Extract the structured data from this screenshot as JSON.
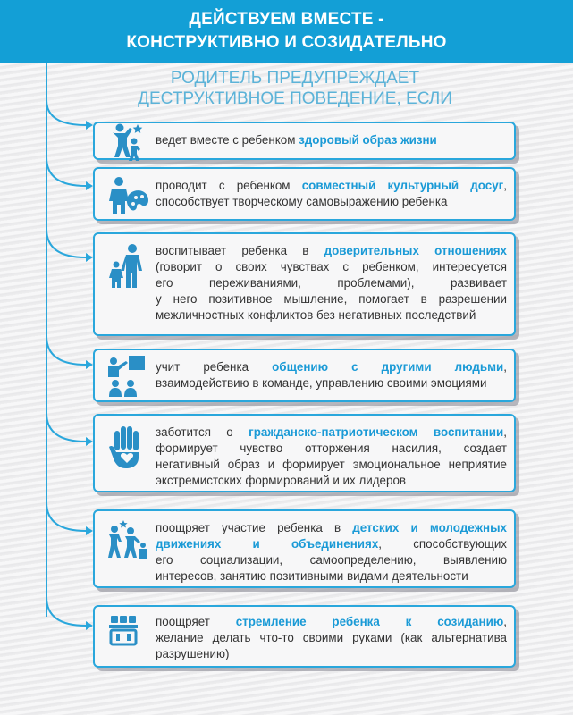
{
  "header": {
    "line1": "ДЕЙСТВУЕМ ВМЕСТЕ -",
    "line2": "КОНСТРУКТИВНО И СОЗИДАТЕЛЬНО"
  },
  "subtitle": {
    "line1": "РОДИТЕЛЬ ПРЕДУПРЕЖДАЕТ",
    "line2": "ДЕСТРУКТИВНОЕ ПОВЕДЕНИЕ, ЕСЛИ"
  },
  "colors": {
    "accent": "#139fd6",
    "highlight": "#1a9ad6",
    "text": "#333333"
  },
  "cards": [
    {
      "icon": "parent-child-running-icon",
      "lines": [
        [
          {
            "t": "ведет вместе с ребенком "
          },
          {
            "t": "здоровый образ жизни",
            "hl": true
          }
        ]
      ]
    },
    {
      "icon": "art-palette-icon",
      "lines": [
        [
          {
            "t": "проводит с ребенком "
          },
          {
            "t": "совместный культурный досуг",
            "hl": true
          },
          {
            "t": ","
          }
        ],
        [
          {
            "t": "способствует творческому самовыражению ребенка"
          }
        ]
      ]
    },
    {
      "icon": "parent-holding-child-icon",
      "lines": [
        [
          {
            "t": "воспитывает ребенка в "
          },
          {
            "t": "доверительных отношениях",
            "hl": true
          }
        ],
        [
          {
            "t": "(говорит о своих чувствах с ребенком, интересуется"
          }
        ],
        [
          {
            "t": "его переживаниями, проблемами), развивает"
          }
        ],
        [
          {
            "t": "у него позитивное мышление, помогает в разрешении"
          }
        ],
        [
          {
            "t": "межличностных конфликтов без негативных последствий"
          }
        ]
      ]
    },
    {
      "icon": "teacher-group-icon",
      "lines": [
        [
          {
            "t": "учит ребенка "
          },
          {
            "t": "общению с другими людьми",
            "hl": true
          },
          {
            "t": ","
          }
        ],
        [
          {
            "t": "взаимодействию в команде, управлению своими эмоциями"
          }
        ]
      ]
    },
    {
      "icon": "hand-heart-icon",
      "lines": [
        [
          {
            "t": "заботится о "
          },
          {
            "t": "гражданско-патриотическом воспитании",
            "hl": true
          },
          {
            "t": ","
          }
        ],
        [
          {
            "t": "формирует чувство отторжения насилия, создает"
          }
        ],
        [
          {
            "t": "негативный образ и формирует эмоциональное неприятие"
          }
        ],
        [
          {
            "t": "экстремистских формирований и их лидеров"
          }
        ]
      ]
    },
    {
      "icon": "youth-movement-icon",
      "lines": [
        [
          {
            "t": "поощряет участие ребенка в "
          },
          {
            "t": "детских и молодежных",
            "hl": true
          }
        ],
        [
          {
            "t": "движениях и объединениях",
            "hl": true
          },
          {
            "t": ", способствующих"
          }
        ],
        [
          {
            "t": "его социализации, самоопределению, выявлению"
          }
        ],
        [
          {
            "t": "интересов, занятию позитивными видами деятельности"
          }
        ]
      ]
    },
    {
      "icon": "building-blocks-icon",
      "lines": [
        [
          {
            "t": "поощряет "
          },
          {
            "t": "стремление ребенка к созиданию",
            "hl": true
          },
          {
            "t": ","
          }
        ],
        [
          {
            "t": "желание делать что-то своими руками (как альтернатива"
          }
        ],
        [
          {
            "t": "разрушению)"
          }
        ]
      ]
    }
  ]
}
